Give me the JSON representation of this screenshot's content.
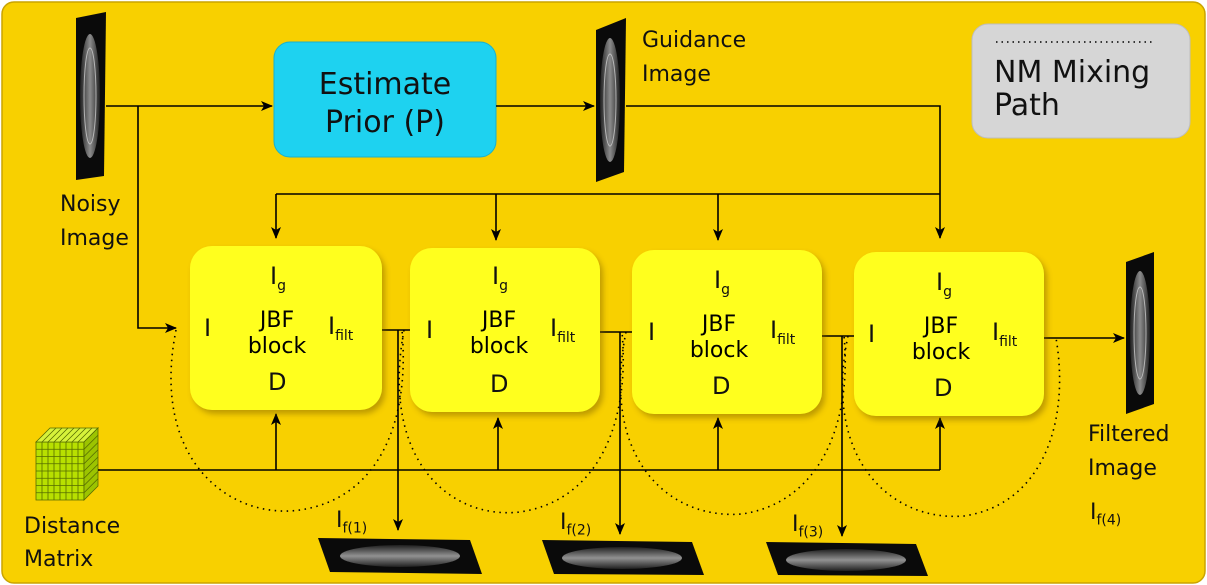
{
  "inputs": {
    "noisy_image": [
      "Noisy",
      "Image"
    ],
    "guidance_image": [
      "Guidance",
      "Image"
    ],
    "distance_matrix": [
      "Distance",
      "Matrix"
    ]
  },
  "prior_box": [
    "Estimate",
    "Prior (P)"
  ],
  "legend": {
    "label": [
      "NM Mixing",
      "Path"
    ]
  },
  "jbf_blocks": [
    {
      "title": [
        "JBF",
        "block"
      ],
      "in_label": "I",
      "guide_label": "I",
      "guide_sub": "g",
      "out_label": "I",
      "out_sub": "filt",
      "dist_label": "D"
    },
    {
      "title": [
        "JBF",
        "block"
      ],
      "in_label": "I",
      "guide_label": "I",
      "guide_sub": "g",
      "out_label": "I",
      "out_sub": "filt",
      "dist_label": "D"
    },
    {
      "title": [
        "JBF",
        "block"
      ],
      "in_label": "I",
      "guide_label": "I",
      "guide_sub": "g",
      "out_label": "I",
      "out_sub": "filt",
      "dist_label": "D"
    },
    {
      "title": [
        "JBF",
        "block"
      ],
      "in_label": "I",
      "guide_label": "I",
      "guide_sub": "g",
      "out_label": "I",
      "out_sub": "filt",
      "dist_label": "D"
    }
  ],
  "intermediate_outputs": [
    {
      "label": "I",
      "sub": "f(1)"
    },
    {
      "label": "I",
      "sub": "f(2)"
    },
    {
      "label": "I",
      "sub": "f(3)"
    }
  ],
  "final_output": {
    "title": [
      "Filtered",
      "Image"
    ],
    "label": "I",
    "sub": "f(4)"
  },
  "colors": {
    "background": "#f8d000",
    "jbf_block": "#ffff1e",
    "prior_box": "#1ed2f0",
    "legend_box": "#d6d6d6",
    "arrows": "#000000"
  }
}
